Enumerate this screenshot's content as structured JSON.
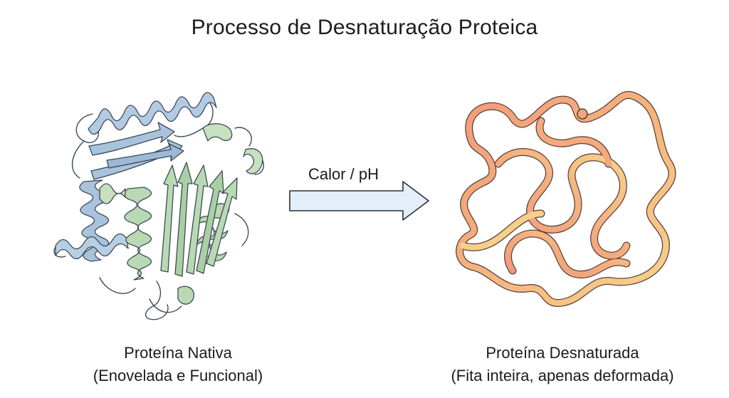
{
  "title": "Processo de Desnaturação Proteica",
  "arrow": {
    "label": "Calor / pH"
  },
  "native": {
    "name": "Proteína Nativa",
    "subtitle": "(Enovelada e Funcional)"
  },
  "denatured": {
    "name": "Proteína Desnaturada",
    "subtitle": "(Fita inteira, apenas deformada)"
  },
  "colors": {
    "helix_blue": "#a9c3dd",
    "sheet_green": "#b9d9b4",
    "ribbon_orange": "#f2a67e",
    "ribbon_yellow": "#f7d48c",
    "arrow_fill": "#e4eef8"
  }
}
